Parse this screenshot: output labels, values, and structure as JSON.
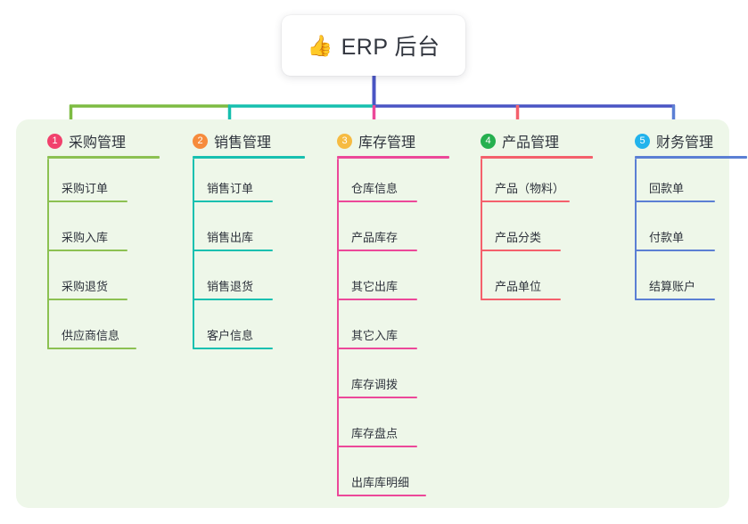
{
  "root": {
    "icon": "thumbs-up-icon",
    "icon_glyph": "👍",
    "title": "ERP 后台"
  },
  "colors": {
    "panel_background": "#eef7e9",
    "page_background": "#ffffff",
    "root_connector": "#4a55c4",
    "trunk_left": "#7dbb42",
    "trunk_mid": "#16bfae",
    "trunk_right": "#4a55c4"
  },
  "columns": [
    {
      "badge": "1",
      "badge_color": "#f1416c",
      "title": "采购管理",
      "line_color": "#8cc152",
      "items": [
        {
          "label": "采购订单"
        },
        {
          "label": "采购入库"
        },
        {
          "label": "采购退货"
        },
        {
          "label": "供应商信息"
        }
      ]
    },
    {
      "badge": "2",
      "badge_color": "#f68b3c",
      "title": "销售管理",
      "line_color": "#17c0b0",
      "items": [
        {
          "label": "销售订单"
        },
        {
          "label": "销售出库"
        },
        {
          "label": "销售退货"
        },
        {
          "label": "客户信息"
        }
      ]
    },
    {
      "badge": "3",
      "badge_color": "#f6bb42",
      "title": "库存管理",
      "line_color": "#ec4899",
      "items": [
        {
          "label": "仓库信息"
        },
        {
          "label": "产品库存"
        },
        {
          "label": "其它出库"
        },
        {
          "label": "其它入库"
        },
        {
          "label": "库存调拨"
        },
        {
          "label": "库存盘点"
        },
        {
          "label": "出库库明细"
        }
      ]
    },
    {
      "badge": "4",
      "badge_color": "#25b04f",
      "title": "产品管理",
      "line_color": "#f4606c",
      "items": [
        {
          "label": "产品（物料）"
        },
        {
          "label": "产品分类"
        },
        {
          "label": "产品单位"
        }
      ]
    },
    {
      "badge": "5",
      "badge_color": "#22b3ec",
      "title": "财务管理",
      "line_color": "#5b7fd4",
      "items": [
        {
          "label": "回款单"
        },
        {
          "label": "付款单"
        },
        {
          "label": "结算账户"
        }
      ]
    }
  ]
}
